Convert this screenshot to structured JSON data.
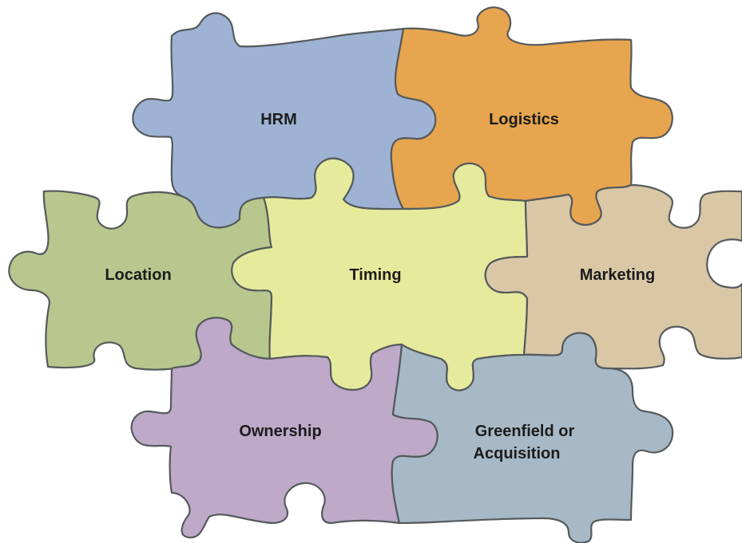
{
  "diagram": {
    "pieces": [
      {
        "id": "hrm",
        "label": "HRM",
        "color": "#9eb3d4"
      },
      {
        "id": "logistics",
        "label": "Logistics",
        "color": "#e6a54e"
      },
      {
        "id": "location",
        "label": "Location",
        "color": "#b7c78e"
      },
      {
        "id": "timing",
        "label": "Timing",
        "color": "#e6ea9c"
      },
      {
        "id": "marketing",
        "label": "Marketing",
        "color": "#d9c7a6"
      },
      {
        "id": "ownership",
        "label": "Ownership",
        "color": "#bea9c9"
      },
      {
        "id": "greenfield",
        "label": "Greenfield or",
        "label_line2": "Acquisition",
        "color": "#a7b9c6"
      }
    ]
  }
}
